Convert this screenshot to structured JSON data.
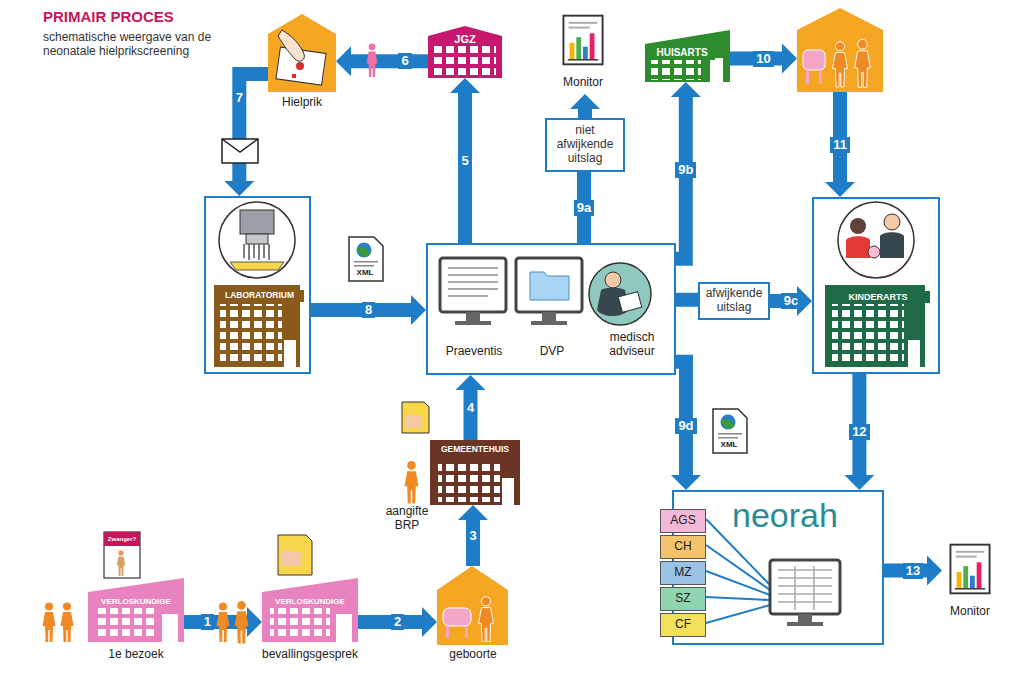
{
  "diagram": {
    "title": "PRIMAIR PROCES",
    "caption": "schematische weergave van de neonatale hielprikscreening",
    "nodes": [
      {
        "text": [
          "Hielprik"
        ]
      },
      {
        "text": [
          "JGZ"
        ]
      },
      {
        "text": [
          "Monitor"
        ]
      },
      {
        "text": [
          "niet afwijkende uitslag"
        ]
      },
      {
        "text": [
          "HUISARTS"
        ]
      },
      {
        "text": []
      },
      {
        "text": [
          "LABORATORIUM"
        ]
      },
      {
        "text": [
          "Praeventis",
          "DVP",
          "medisch adviseur"
        ]
      },
      {
        "text": [
          "afwijkende uitslag"
        ]
      },
      {
        "text": [
          "KINDERARTS"
        ]
      },
      {
        "text": [
          "GEMEENTEHUIS"
        ]
      },
      {
        "text": [
          "neorah"
        ]
      },
      {
        "text": [
          "AGS"
        ],
        "in": 11
      },
      {
        "text": [
          "CH"
        ],
        "in": 11
      },
      {
        "text": [
          "MZ"
        ],
        "in": 11
      },
      {
        "text": [
          "SZ"
        ],
        "in": 11
      },
      {
        "text": [
          "CF"
        ],
        "in": 11
      },
      {
        "text": [
          "VERLOSKUNDIGE",
          "1e bezoek"
        ]
      },
      {
        "text": [
          "VERLOSKUNDIGE",
          "bevallingsgesprek"
        ]
      },
      {
        "text": [
          "geboorte"
        ]
      },
      {
        "text": [
          "Monitor"
        ]
      }
    ],
    "edges": [
      {
        "from": 17,
        "to": 18,
        "label": "1",
        "arrow": "to"
      },
      {
        "from": 18,
        "to": 19,
        "label": "2",
        "arrow": "to"
      },
      {
        "from": 19,
        "to": 10,
        "label": "3",
        "arrow": "to"
      },
      {
        "from": 10,
        "to": 7,
        "label": "4",
        "arrow": "to"
      },
      {
        "from": 7,
        "to": 1,
        "label": "5",
        "arrow": "to"
      },
      {
        "from": 1,
        "to": 0,
        "label": "6",
        "arrow": "to"
      },
      {
        "from": 0,
        "to": 6,
        "label": "7",
        "arrow": "to"
      },
      {
        "from": 6,
        "to": 7,
        "label": "8",
        "arrow": "to"
      },
      {
        "from": 7,
        "to": 3,
        "label": "9a",
        "arrow": "none"
      },
      {
        "from": 3,
        "to": 2,
        "arrow": "to"
      },
      {
        "from": 7,
        "to": 4,
        "label": "9b",
        "arrow": "to"
      },
      {
        "from": 7,
        "to": 8,
        "arrow": "none"
      },
      {
        "from": 8,
        "to": 9,
        "label": "9c",
        "arrow": "to"
      },
      {
        "from": 7,
        "to": 11,
        "label": "9d",
        "arrow": "to"
      },
      {
        "from": 4,
        "to": 5,
        "label": "10",
        "arrow": "to"
      },
      {
        "from": 5,
        "to": 9,
        "label": "11",
        "arrow": "to"
      },
      {
        "from": 9,
        "to": 11,
        "label": "12",
        "arrow": "to"
      },
      {
        "from": 11,
        "to": 20,
        "label": "13",
        "arrow": "to"
      }
    ],
    "labels": [
      "Zwanger?",
      "aangifte BRP",
      "XML",
      "XML"
    ]
  }
}
